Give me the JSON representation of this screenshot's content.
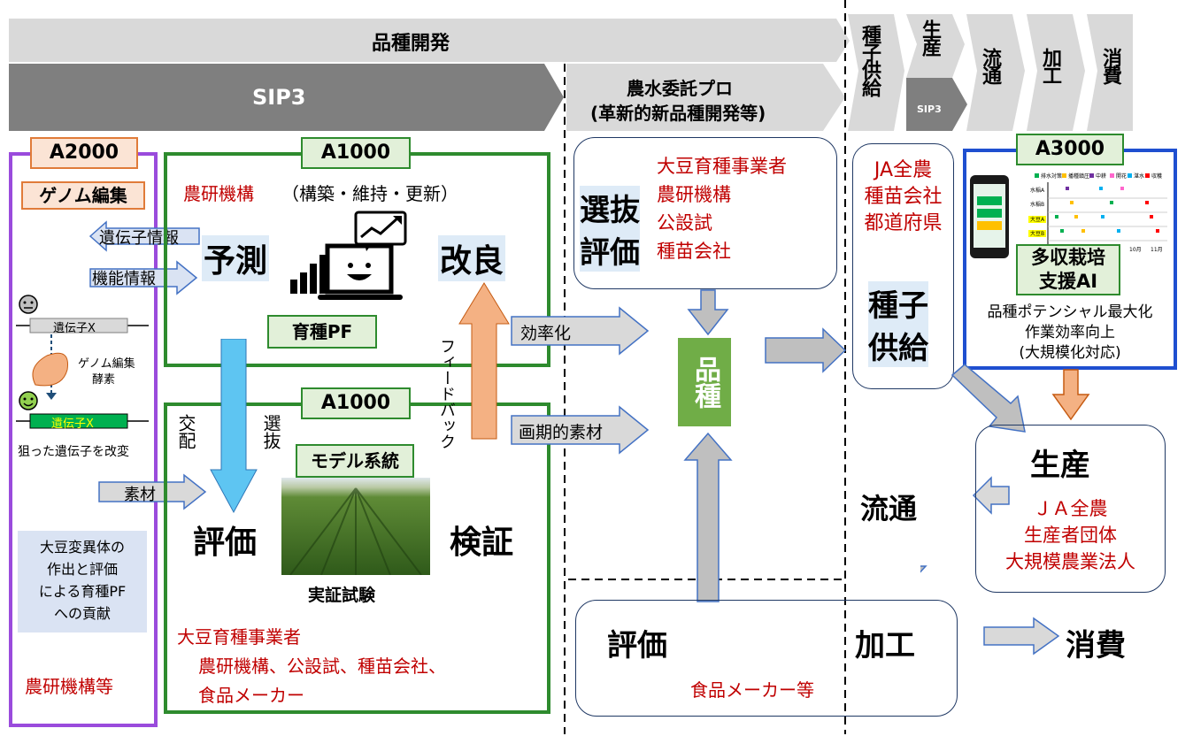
{
  "phases": {
    "breeding_dev": "品種開発",
    "sip3": "SIP3",
    "norin_line1": "農水委託プロ",
    "norin_line2": "(革新的新品種開発等)",
    "seed_supply": "種子供給",
    "production": "生産",
    "production_sip3": "SIP3",
    "distribution": "流通",
    "processing": "加工",
    "consumption": "消費"
  },
  "a2000": {
    "tag": "A2000",
    "genome_edit": "ゲノム編集",
    "gene_info": "遺伝子情報",
    "function_info": "機能情報",
    "gene_x_before": "遺伝子X",
    "enzyme_line1": "ゲノム編集",
    "enzyme_line2": "酵素",
    "gene_x_after": "遺伝子X",
    "caption": "狙った遺伝子を改変",
    "material": "素材",
    "contribution_lines": [
      "大豆変異体の",
      "作出と評価",
      "による育種PF",
      "への貢献"
    ],
    "org": "農研機構等"
  },
  "a1000_top": {
    "tag": "A1000",
    "org_red": "農研機構",
    "org_note": "（構築・維持・更新）",
    "predict": "予測",
    "improve": "改良",
    "platform": "育種PF"
  },
  "a1000_bottom": {
    "tag": "A1000",
    "cross": "交配",
    "select": "選抜",
    "feedback": "フィードバック",
    "evaluate": "評価",
    "verify": "検証",
    "model_line": "モデル系統",
    "field_test": "実証試験",
    "orgs_line1": "大豆育種事業者",
    "orgs_line2": "農研機構、公設試、種苗会社、",
    "orgs_line3": "食品メーカー"
  },
  "middle": {
    "selection_line1": "選抜",
    "selection_line2": "評価",
    "actors": [
      "大豆育種事業者",
      "農研機構",
      "公設試",
      "種苗会社"
    ],
    "efficiency": "効率化",
    "breakthrough": "画期的素材",
    "variety": "品種",
    "bottom_eval": "評価",
    "bottom_process": "加工",
    "food_makers": "食品メーカー等"
  },
  "seed_box": {
    "actors": [
      "JA全農",
      "種苗会社",
      "都道府県"
    ],
    "title_line1": "種子",
    "title_line2": "供給"
  },
  "a3000": {
    "tag": "A3000",
    "ai_line1": "多収栽培",
    "ai_line2": "支援AI",
    "desc": [
      "品種ポテンシャル最大化",
      "作業効率向上",
      "(大規模化対応)"
    ],
    "legend": [
      "排水対策",
      "播種鎮圧",
      "中耕",
      "開花",
      "湛水",
      "収穫"
    ],
    "rows": [
      "水稲A",
      "水稲B",
      "大豆A",
      "大豆B"
    ],
    "months": [
      "10月",
      "11月"
    ]
  },
  "production_box": {
    "title": "生産",
    "actors": [
      "ＪＡ全農",
      "生産者団体",
      "大規模農業法人"
    ]
  },
  "distribution": "流通",
  "consumption": "消費",
  "colors": {
    "purple": "#9a4bdc",
    "green": "#2e8b2e",
    "blue": "#1f4fd0",
    "orange_border": "#e07b39",
    "tag_bg": "#fbe4d5",
    "variety_green": "#70ad47",
    "chevron_light": "#d9d9d9",
    "chevron_dark": "#7f7f7f",
    "red_text": "#c00000"
  }
}
